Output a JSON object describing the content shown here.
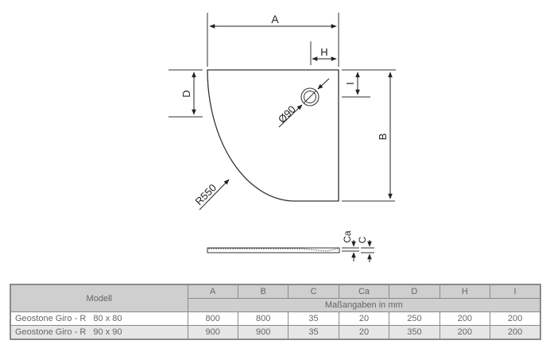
{
  "drawing": {
    "labels": {
      "A": "A",
      "B": "B",
      "D": "D",
      "H": "H",
      "I": "I",
      "drain": "Ø90",
      "radius": "R550",
      "C": "C",
      "Ca": "Ca"
    }
  },
  "table": {
    "model_header": "Modell",
    "columns": [
      "A",
      "B",
      "C",
      "Ca",
      "D",
      "H",
      "I"
    ],
    "unit_label": "Maßangaben in mm",
    "rows": [
      {
        "model": "Geostone Giro - R   80 x 80",
        "values": [
          "800",
          "800",
          "35",
          "20",
          "250",
          "200",
          "200"
        ]
      },
      {
        "model": "Geostone Giro - R   90 x 90",
        "values": [
          "900",
          "900",
          "35",
          "20",
          "350",
          "200",
          "200"
        ]
      }
    ]
  }
}
